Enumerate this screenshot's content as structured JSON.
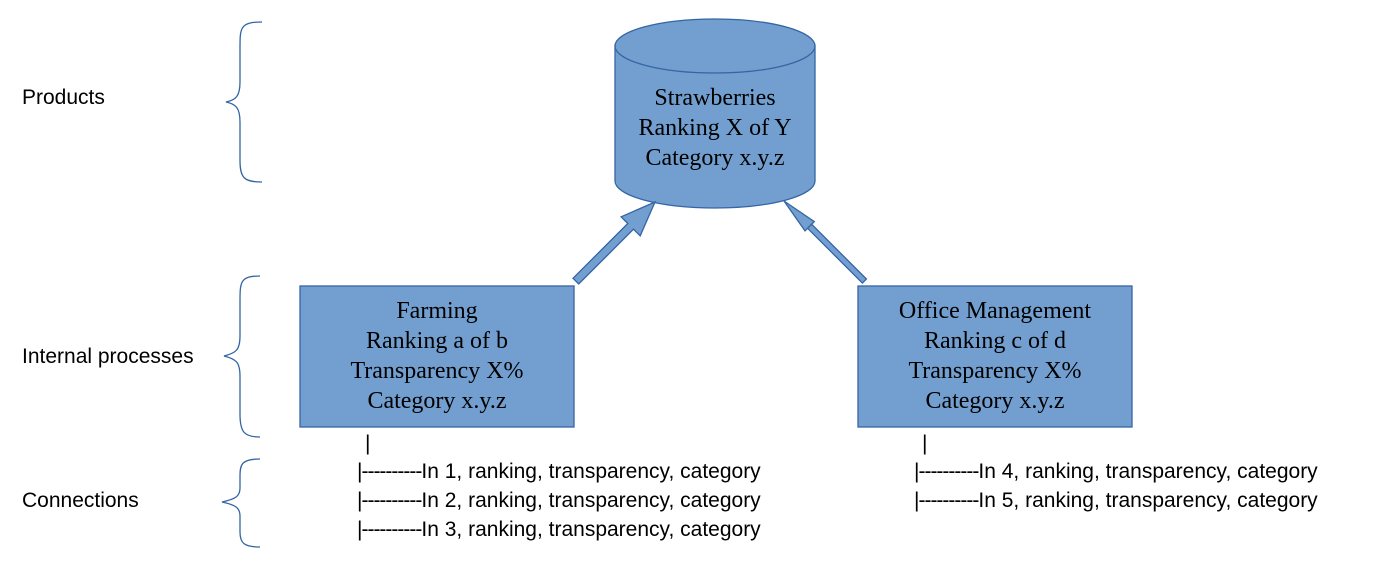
{
  "row_labels": {
    "products": "Products",
    "internal_processes": "Internal processes",
    "connections": "Connections"
  },
  "product": {
    "lines": [
      "Strawberries",
      "Ranking X of Y",
      "Category x.y.z"
    ]
  },
  "processes": [
    {
      "lines": [
        "Farming",
        "Ranking a of b",
        "Transparency X%",
        "Category x.y.z"
      ]
    },
    {
      "lines": [
        "Office Management",
        "Ranking c of d",
        "Transparency X%",
        "Category x.y.z"
      ]
    }
  ],
  "connections": {
    "tick": "|",
    "prefix": "|----------",
    "left": [
      "In 1, ranking, transparency, category",
      "In 2, ranking, transparency, category",
      "In 3, ranking, transparency, category"
    ],
    "right": [
      "In 4, ranking, transparency, category",
      "In 5, ranking, transparency, category"
    ]
  },
  "colors": {
    "fill": "#729fcf",
    "stroke": "#3465a4",
    "brace": "#3465a4"
  }
}
